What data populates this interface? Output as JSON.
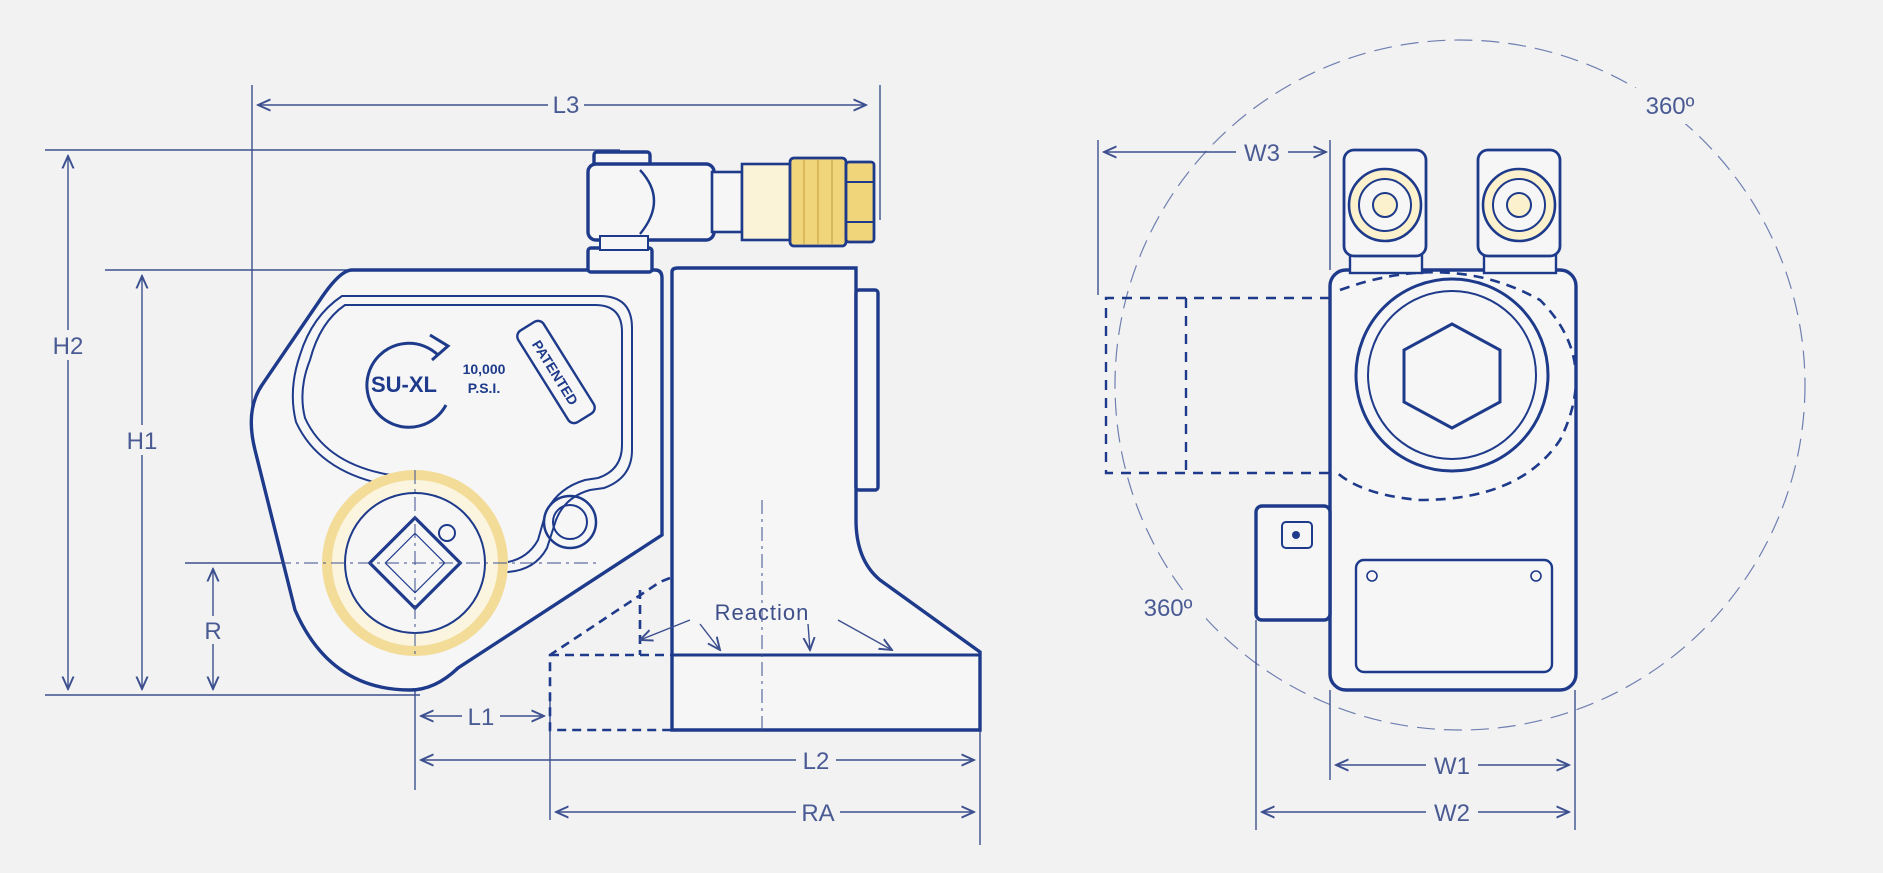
{
  "dimensions": {
    "L3": "L3",
    "H2": "H2",
    "H1": "H1",
    "R": "R",
    "L1": "L1",
    "L2": "L2",
    "RA": "RA",
    "W3": "W3",
    "W1": "W1",
    "W2": "W2"
  },
  "labels": {
    "reaction": "Reaction",
    "rotation_top": "360º",
    "rotation_left": "360º"
  },
  "branding": {
    "model": "SU-XL",
    "pressure_value": "10,000",
    "pressure_unit": "P.S.I.",
    "patent": "PATENTED"
  },
  "colors": {
    "line": "#1e3a8a",
    "dimension_line": "#3c4f8e",
    "background": "#f2f2f3",
    "brass": "#f0d57a"
  }
}
